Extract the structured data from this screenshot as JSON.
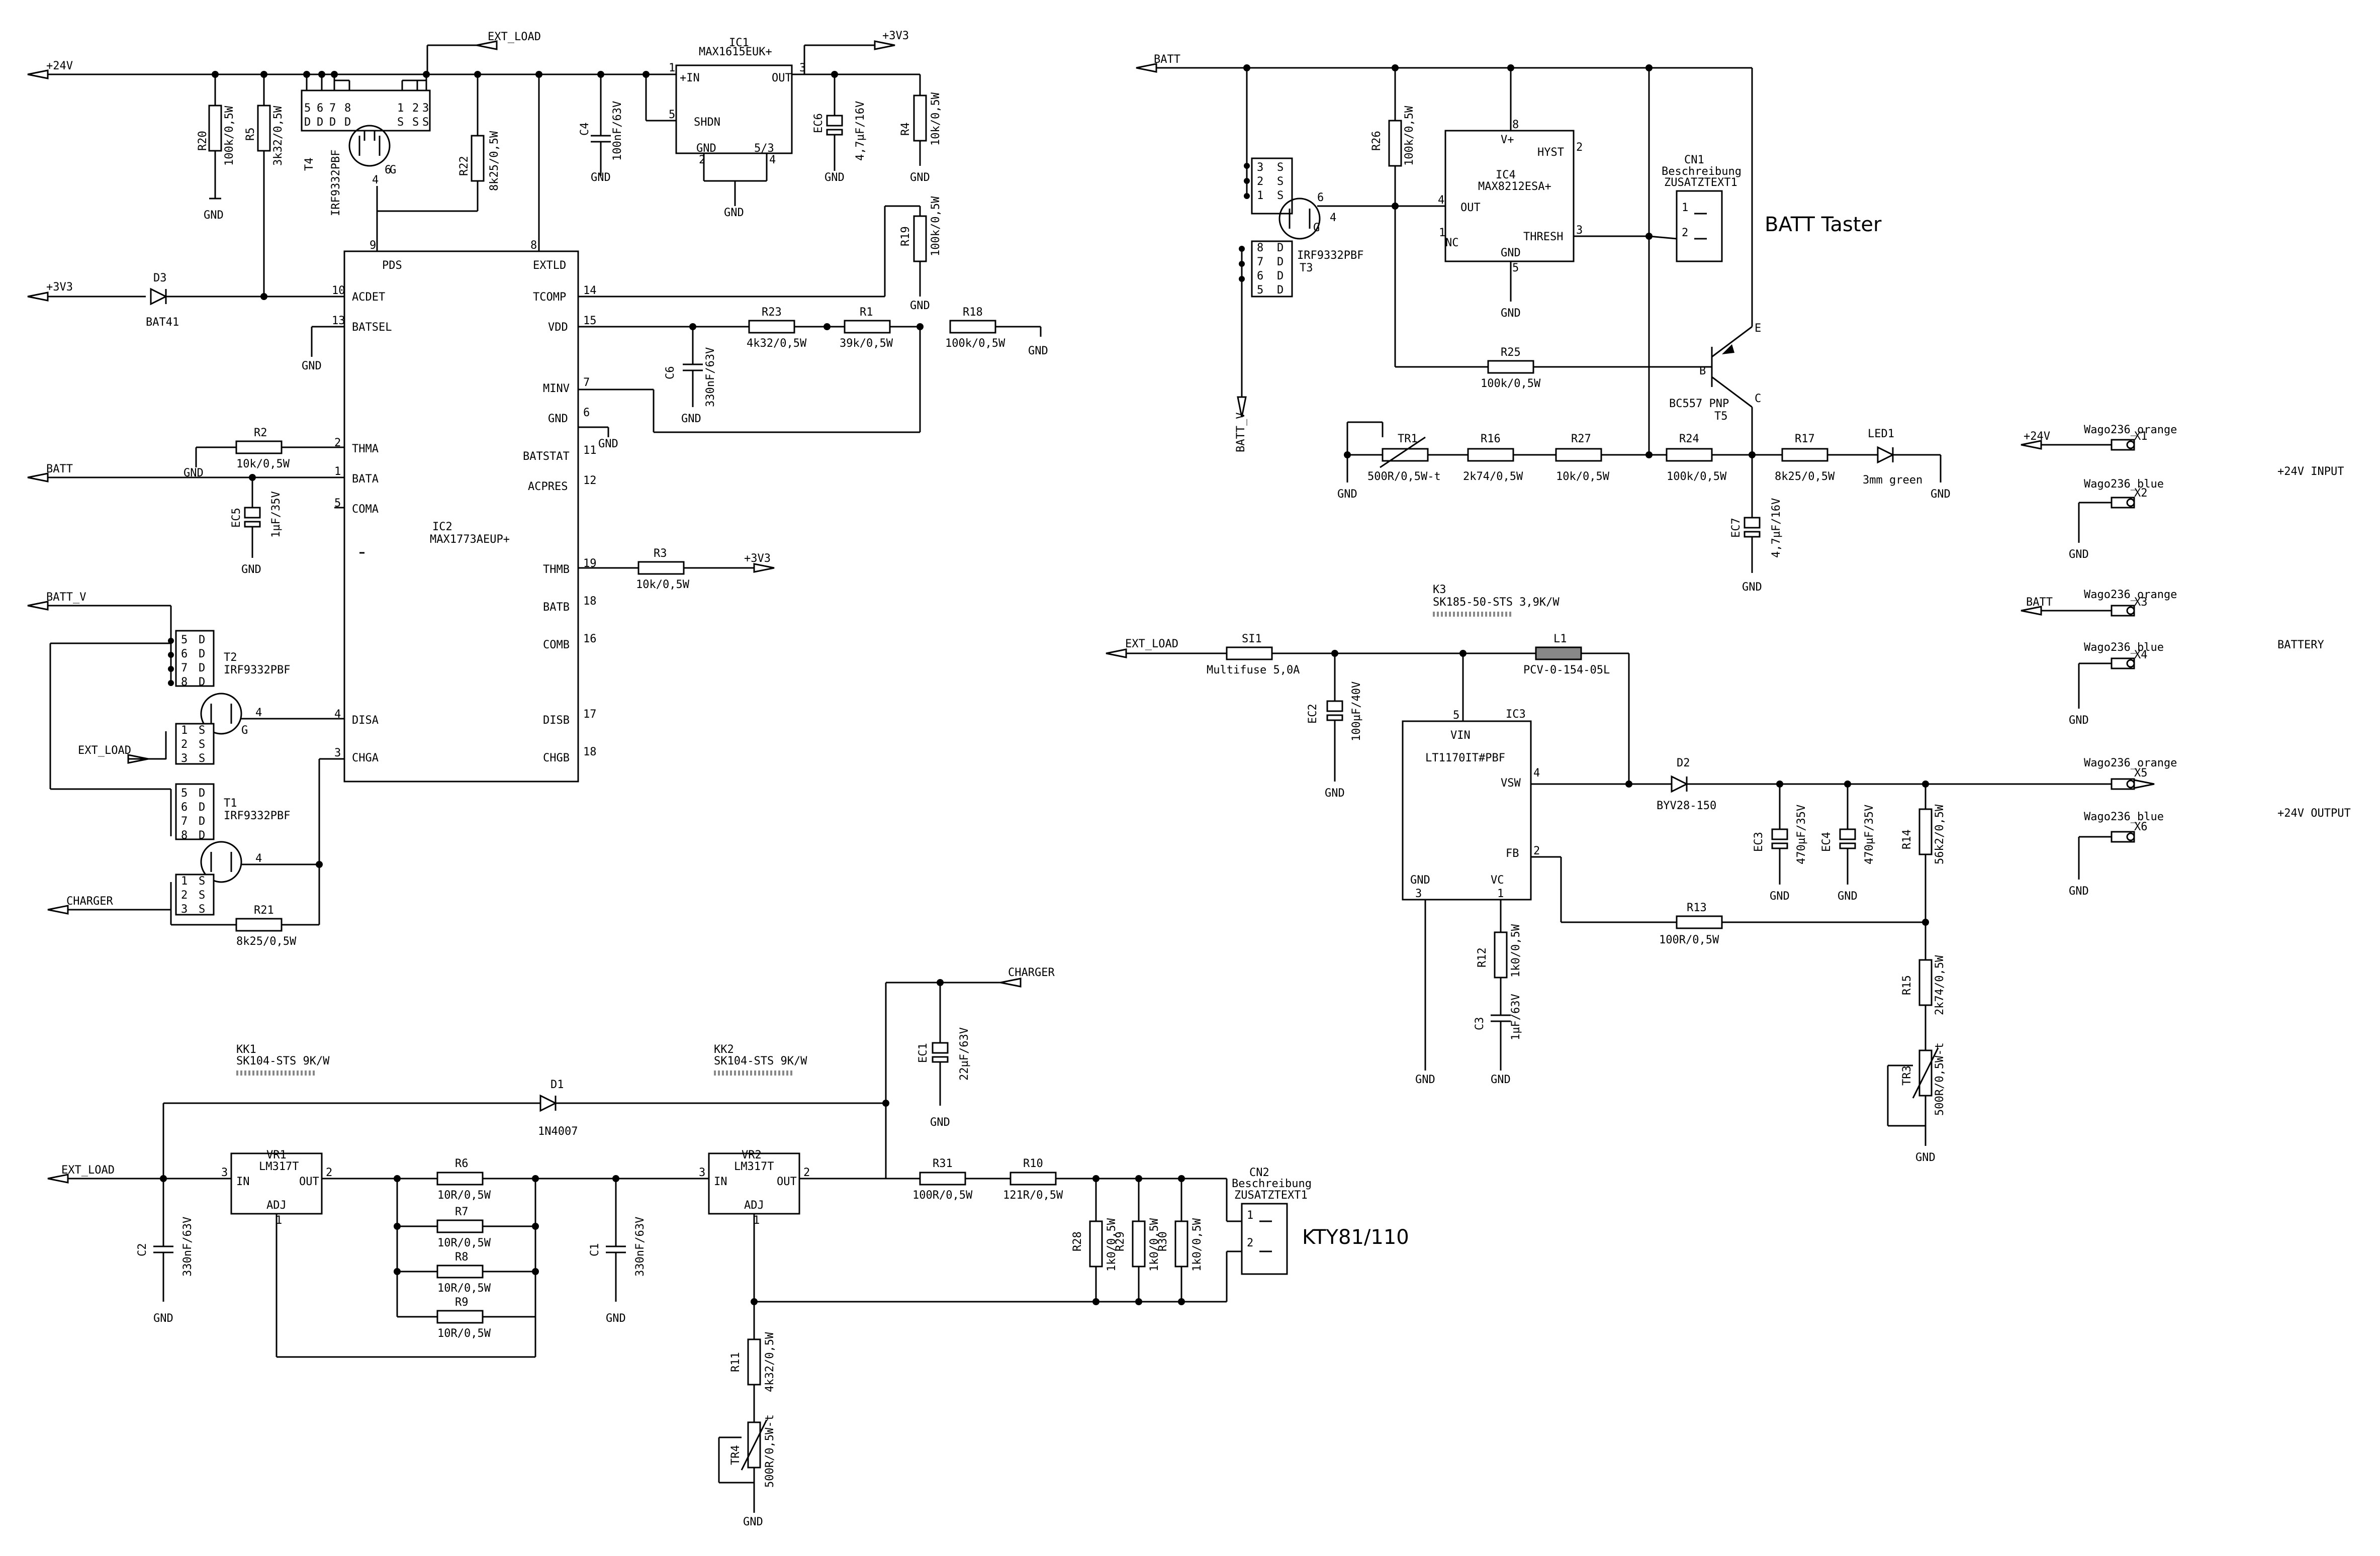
{
  "ic1": {
    "name": "IC1",
    "part": "MAX1615EUK+",
    "pin_in": "+IN",
    "pin_out": "OUT",
    "pin_shdn": "SHDN",
    "pin_gnd": "GND",
    "pin_53": "5/3"
  },
  "ic2": {
    "name": "IC2",
    "part": "MAX1773AEUP+",
    "left": [
      "PDS",
      "ACDET",
      "BATSEL",
      "THMA",
      "BATA",
      "COMA",
      "DISA",
      "CHGA"
    ],
    "right": [
      "EXTLD",
      "TCOMP",
      "VDD",
      "MINV",
      "GND",
      "BATSTAT",
      "ACPRES",
      "THMB",
      "BATB",
      "COMB",
      "DISB",
      "CHGB"
    ]
  },
  "ic3": {
    "name": "IC3",
    "part": "LT1170IT#PBF",
    "pins": [
      "VIN",
      "VSW",
      "FB",
      "GND",
      "VC"
    ]
  },
  "ic4": {
    "name": "IC4",
    "part": "MAX8212ESA+",
    "pins": [
      "V+",
      "HYST",
      "OUT",
      "THRESH",
      "GND",
      "NC"
    ]
  },
  "vr1": {
    "name": "VR1",
    "part": "LM317T",
    "pins": [
      "IN",
      "OUT",
      "ADJ"
    ]
  },
  "vr2": {
    "name": "VR2",
    "part": "LM317T",
    "pins": [
      "IN",
      "OUT",
      "ADJ"
    ]
  },
  "nets": {
    "p24v": "+24V",
    "p3v3": "+3V3",
    "ext_load": "EXT_LOAD",
    "batt": "BATT",
    "batt_v": "BATT_V",
    "charger": "CHARGER",
    "gnd": "GND"
  },
  "mosfets": [
    {
      "name": "T4",
      "part": "IRF9332PBF"
    },
    {
      "name": "T2",
      "part": "IRF9332PBF"
    },
    {
      "name": "T1",
      "part": "IRF9332PBF"
    },
    {
      "name": "T3",
      "part": "IRF9332PBF"
    }
  ],
  "transistor": {
    "name": "T5",
    "part": "BC557 PNP",
    "pins": [
      "E",
      "B",
      "C"
    ]
  },
  "resistors": {
    "R20": "100k/0,5W",
    "R5": "3k32/0,5W",
    "R22": "8k25/0,5W",
    "R4": "10k/0,5W",
    "R19": "100k/0,5W",
    "R23": "4k32/0,5W",
    "R1": "39k/0,5W",
    "R18": "100k/0,5W",
    "R2": "10k/0,5W",
    "R3": "10k/0,5W",
    "R21": "8k25/0,5W",
    "R26": "100k/0,5W",
    "R25": "100k/0,5W",
    "R16": "2k74/0,5W",
    "R27": "10k/0,5W",
    "R24": "100k/0,5W",
    "R17": "8k25/0,5W",
    "R13": "100R/0,5W",
    "R12": "1k0/0,5W",
    "R14": "56k2/0,5W",
    "R15": "2k74/0,5W",
    "R6": "10R/0,5W",
    "R7": "10R/0,5W",
    "R8": "10R/0,5W",
    "R9": "10R/0,5W",
    "R31": "100R/0,5W",
    "R10": "121R/0,5W",
    "R28": "1k0/0,5W",
    "R29": "1k0/0,5W",
    "R30": "1k0/0,5W",
    "R11": "4k32/0,5W"
  },
  "trimmers": {
    "TR1": "500R/0,5W-t",
    "TR3": "500R/0,5W-t",
    "TR4": "500R/0,5W-t"
  },
  "capacitors": {
    "C4": "100nF/63V",
    "EC6": "4,7µF/16V",
    "C6": "330nF/63V",
    "EC5": "1µF/35V",
    "EC7": "4,7µF/16V",
    "EC2": "100µF/40V",
    "EC3": "470µF/35V",
    "EC4": "470µF/35V",
    "C3": "1µF/63V",
    "C2": "330nF/63V",
    "C1": "330nF/63V",
    "EC1": "22µF/63V"
  },
  "diodes": {
    "D3": "BAT41",
    "D2": "BYV28-150",
    "D1": "1N4007",
    "LED1": "3mm green"
  },
  "misc": {
    "si1_name": "SI1",
    "si1_part": "Multifuse 5,0A",
    "l1_name": "L1",
    "l1_part": "PCV-0-154-05L",
    "k3_name": "K3",
    "k3_part": "SK185-50-STS 3,9K/W",
    "kk1_name": "KK1",
    "kk1_part": "SK104-STS 9K/W",
    "kk2_name": "KK2",
    "kk2_part": "SK104-STS 9K/W",
    "cn1_name": "CN1",
    "cn1_desc": "Beschreibung",
    "cn1_text": "ZUSATZTEXT1",
    "cn2_name": "CN2",
    "cn2_desc": "Beschreibung",
    "cn2_text": "ZUSATZTEXT1"
  },
  "connectors": [
    {
      "name": "X1",
      "part": "Wago236_orange",
      "net": "+24V"
    },
    {
      "name": "X2",
      "part": "Wago236_blue",
      "net": "GND"
    },
    {
      "name": "X3",
      "part": "Wago236_orange",
      "net": "BATT"
    },
    {
      "name": "X4",
      "part": "Wago236_blue",
      "net": "GND"
    },
    {
      "name": "X5",
      "part": "Wago236_orange",
      "net": ""
    },
    {
      "name": "X6",
      "part": "Wago236_blue",
      "net": "GND"
    }
  ],
  "group_labels": {
    "p24v_input": "+24V INPUT",
    "battery": "BATTERY",
    "p24v_output": "+24V OUTPUT",
    "batt_taster": "BATT Taster",
    "kty": "KTY81/110"
  }
}
